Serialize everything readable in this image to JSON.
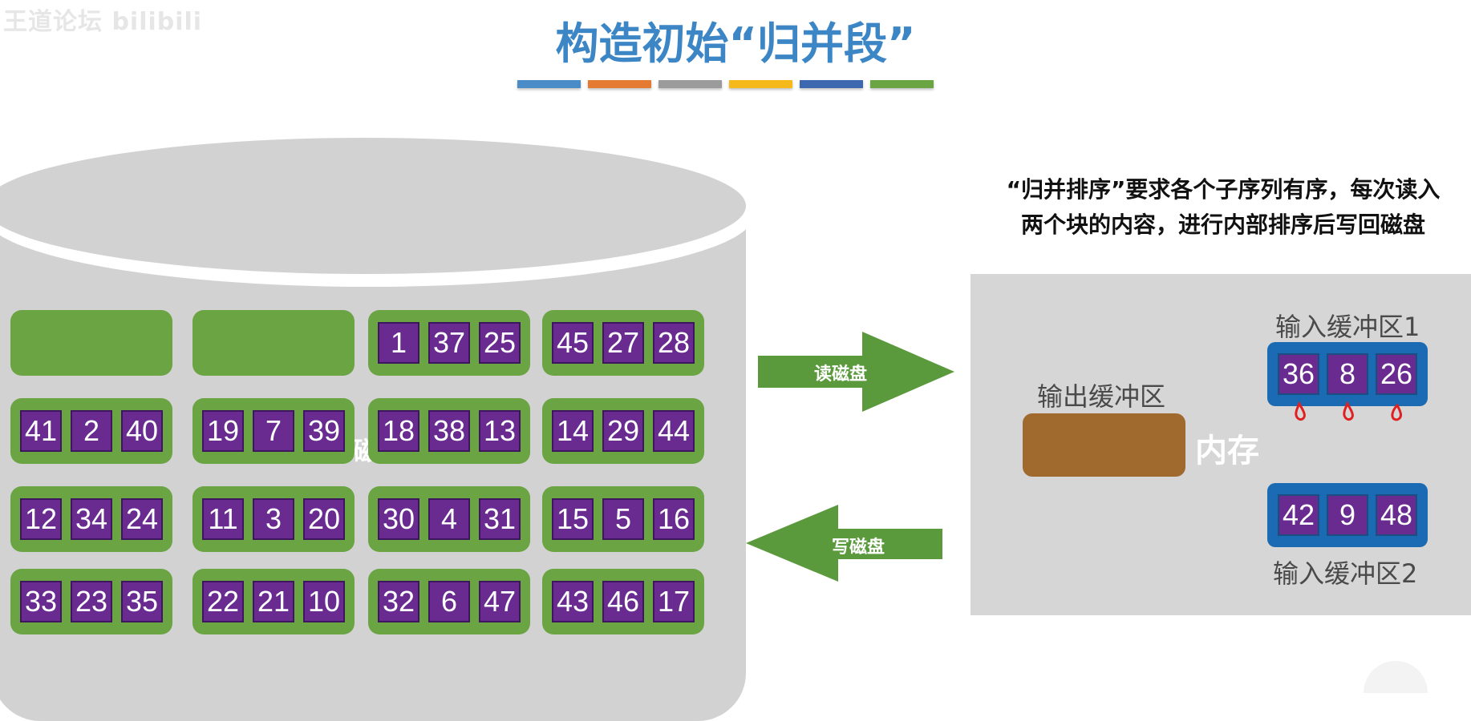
{
  "watermark": "王道论坛 bilibili",
  "title": "构造初始“归并段”",
  "color_bars": [
    "#4a8cc7",
    "#e57a32",
    "#9b9b9b",
    "#f5b91c",
    "#3d68b0",
    "#6aa443"
  ],
  "disk": {
    "hidden_label": "磁盘",
    "blocks": [
      {
        "values": []
      },
      {
        "values": []
      },
      {
        "values": [
          "1",
          "37",
          "25"
        ]
      },
      {
        "values": [
          "45",
          "27",
          "28"
        ]
      },
      {
        "values": [
          "41",
          "2",
          "40"
        ]
      },
      {
        "values": [
          "19",
          "7",
          "39"
        ]
      },
      {
        "values": [
          "18",
          "38",
          "13"
        ]
      },
      {
        "values": [
          "14",
          "29",
          "44"
        ]
      },
      {
        "values": [
          "12",
          "34",
          "24"
        ]
      },
      {
        "values": [
          "11",
          "3",
          "20"
        ]
      },
      {
        "values": [
          "30",
          "4",
          "31"
        ]
      },
      {
        "values": [
          "15",
          "5",
          "16"
        ]
      },
      {
        "values": [
          "33",
          "23",
          "35"
        ]
      },
      {
        "values": [
          "22",
          "21",
          "10"
        ]
      },
      {
        "values": [
          "32",
          "6",
          "47"
        ]
      },
      {
        "values": [
          "43",
          "46",
          "17"
        ]
      }
    ]
  },
  "arrows": {
    "read": "读磁盘",
    "write": "写磁盘",
    "color": "#5a9a3c"
  },
  "caption": {
    "line1": "“归并排序”要求各个子序列有序，每次读入",
    "line2": "两个块的内容，进行内部排序后写回磁盘"
  },
  "memory": {
    "label": "内存",
    "output_buffer_label": "输出缓冲区",
    "input_buffer1_label": "输入缓冲区1",
    "input_buffer2_label": "输入缓冲区2",
    "input_buffer1": [
      "36",
      "8",
      "26"
    ],
    "input_buffer2": [
      "42",
      "9",
      "48"
    ]
  }
}
